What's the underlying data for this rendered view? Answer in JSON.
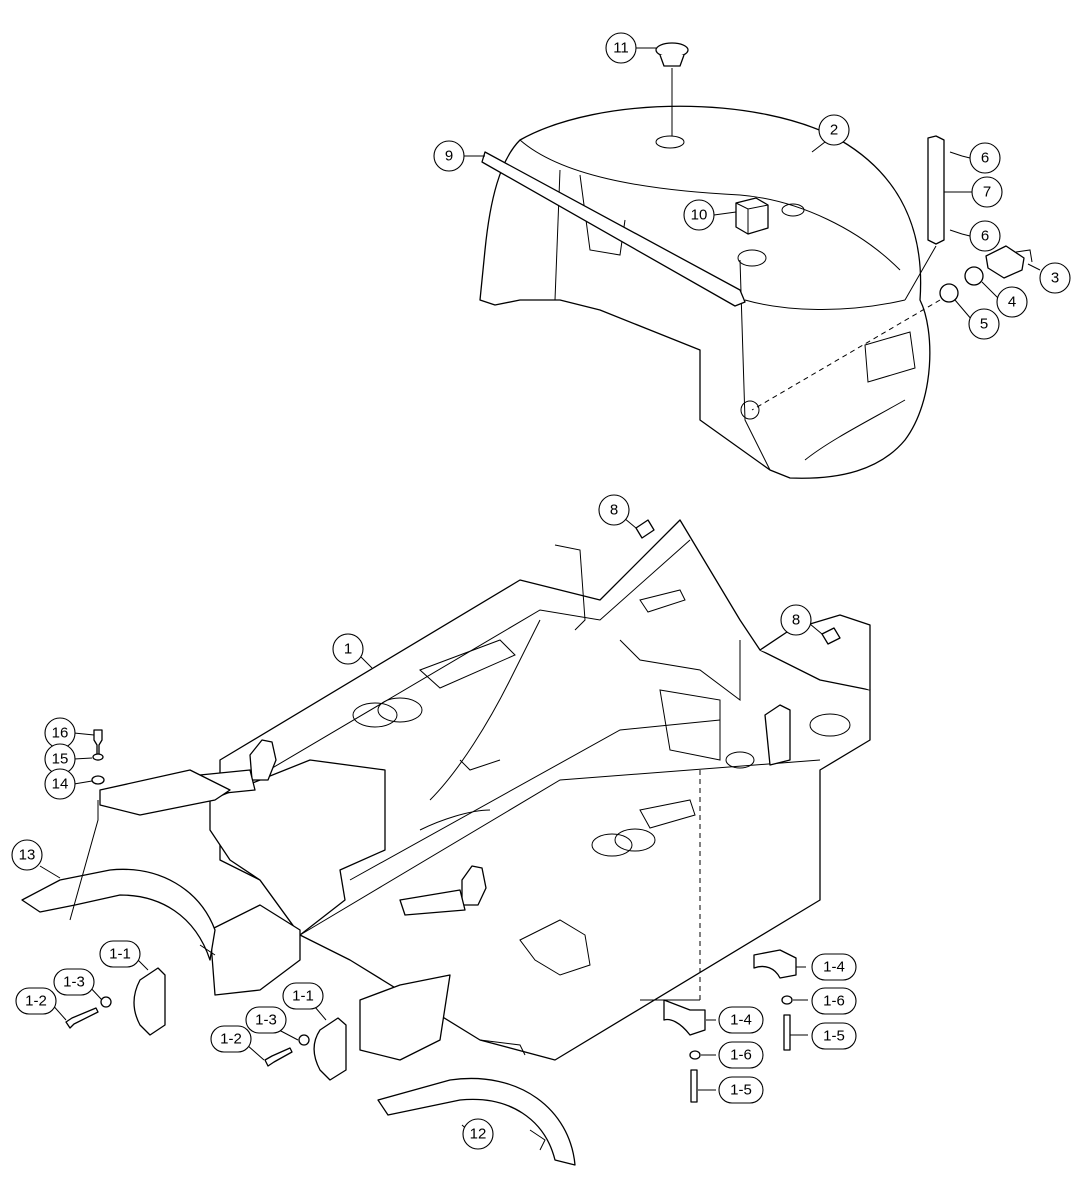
{
  "callouts": [
    {
      "id": "11",
      "text": "11"
    },
    {
      "id": "2",
      "text": "2"
    },
    {
      "id": "9",
      "text": "9"
    },
    {
      "id": "10",
      "text": "10"
    },
    {
      "id": "6a",
      "text": "6"
    },
    {
      "id": "7",
      "text": "7"
    },
    {
      "id": "6b",
      "text": "6"
    },
    {
      "id": "3",
      "text": "3"
    },
    {
      "id": "4",
      "text": "4"
    },
    {
      "id": "5",
      "text": "5"
    },
    {
      "id": "8a",
      "text": "8"
    },
    {
      "id": "8b",
      "text": "8"
    },
    {
      "id": "1",
      "text": "1"
    },
    {
      "id": "16",
      "text": "16"
    },
    {
      "id": "15",
      "text": "15"
    },
    {
      "id": "14",
      "text": "14"
    },
    {
      "id": "13",
      "text": "13"
    },
    {
      "id": "1-1a",
      "text": "1-1"
    },
    {
      "id": "1-3a",
      "text": "1-3"
    },
    {
      "id": "1-2a",
      "text": "1-2"
    },
    {
      "id": "1-1b",
      "text": "1-1"
    },
    {
      "id": "1-3b",
      "text": "1-3"
    },
    {
      "id": "1-2b",
      "text": "1-2"
    },
    {
      "id": "1-4a",
      "text": "1-4"
    },
    {
      "id": "1-6a",
      "text": "1-6"
    },
    {
      "id": "1-5a",
      "text": "1-5"
    },
    {
      "id": "1-4b",
      "text": "1-4"
    },
    {
      "id": "1-6b",
      "text": "1-6"
    },
    {
      "id": "1-5b",
      "text": "1-5"
    },
    {
      "id": "12",
      "text": "12"
    }
  ]
}
